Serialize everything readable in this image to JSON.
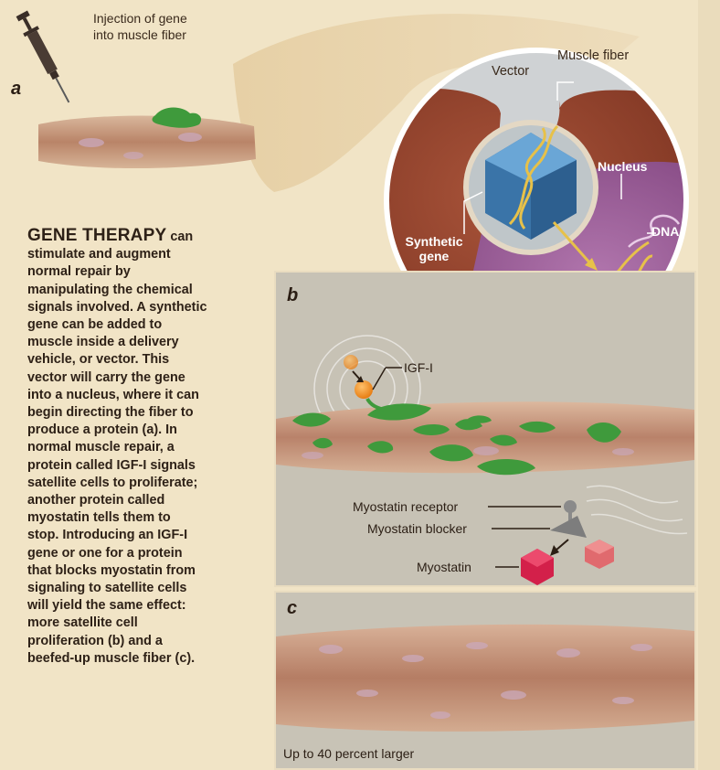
{
  "injection_label": [
    "Injection of gene",
    "into muscle fiber"
  ],
  "panel_letters": {
    "a": "a",
    "b": "b",
    "c": "c"
  },
  "circle_labels": {
    "vector": "Vector",
    "muscle_fiber": "Muscle fiber",
    "nucleus": "Nucleus",
    "dna": "DNA",
    "synthetic_gene": [
      "Synthetic",
      "gene"
    ]
  },
  "panel_b_labels": {
    "igf": "IGF-I",
    "myostatin_receptor": "Myostatin receptor",
    "myostatin_blocker": "Myostatin blocker",
    "myostatin": "Myostatin"
  },
  "panel_c_caption": "Up to 40 percent larger",
  "body": {
    "title": "GENE THERAPY",
    "text_lines": [
      " can",
      "stimulate and augment",
      "normal repair by",
      "manipulating the chemical",
      "signals involved. A synthetic",
      "gene can be added to",
      "muscle inside a delivery",
      "vehicle, or vector. This",
      "vector will carry the gene",
      "into a nucleus, where it can",
      "begin directing the fiber to",
      "produce a protein (a). In",
      "normal muscle repair, a",
      "protein called IGF-I signals",
      "satellite cells to proliferate;",
      "another protein called",
      "myostatin tells them to",
      "stop. Introducing an IGF-I",
      "gene or one for a protein",
      "that blocks myostatin from",
      "signaling to satellite cells",
      "will yield the same effect:",
      "more satellite cell",
      "proliferation (b) and a",
      "beefed-up muscle fiber (c)."
    ]
  },
  "colors": {
    "background": "#f1e4c6",
    "muscle": "#b9826a",
    "satellite_cell": "#3f9a3c",
    "nucleus": "#a4679f",
    "vector": "#3f7fb3",
    "dna": "#e7c149",
    "igf": "#f08a1e",
    "myostatin": "#d3204a"
  }
}
